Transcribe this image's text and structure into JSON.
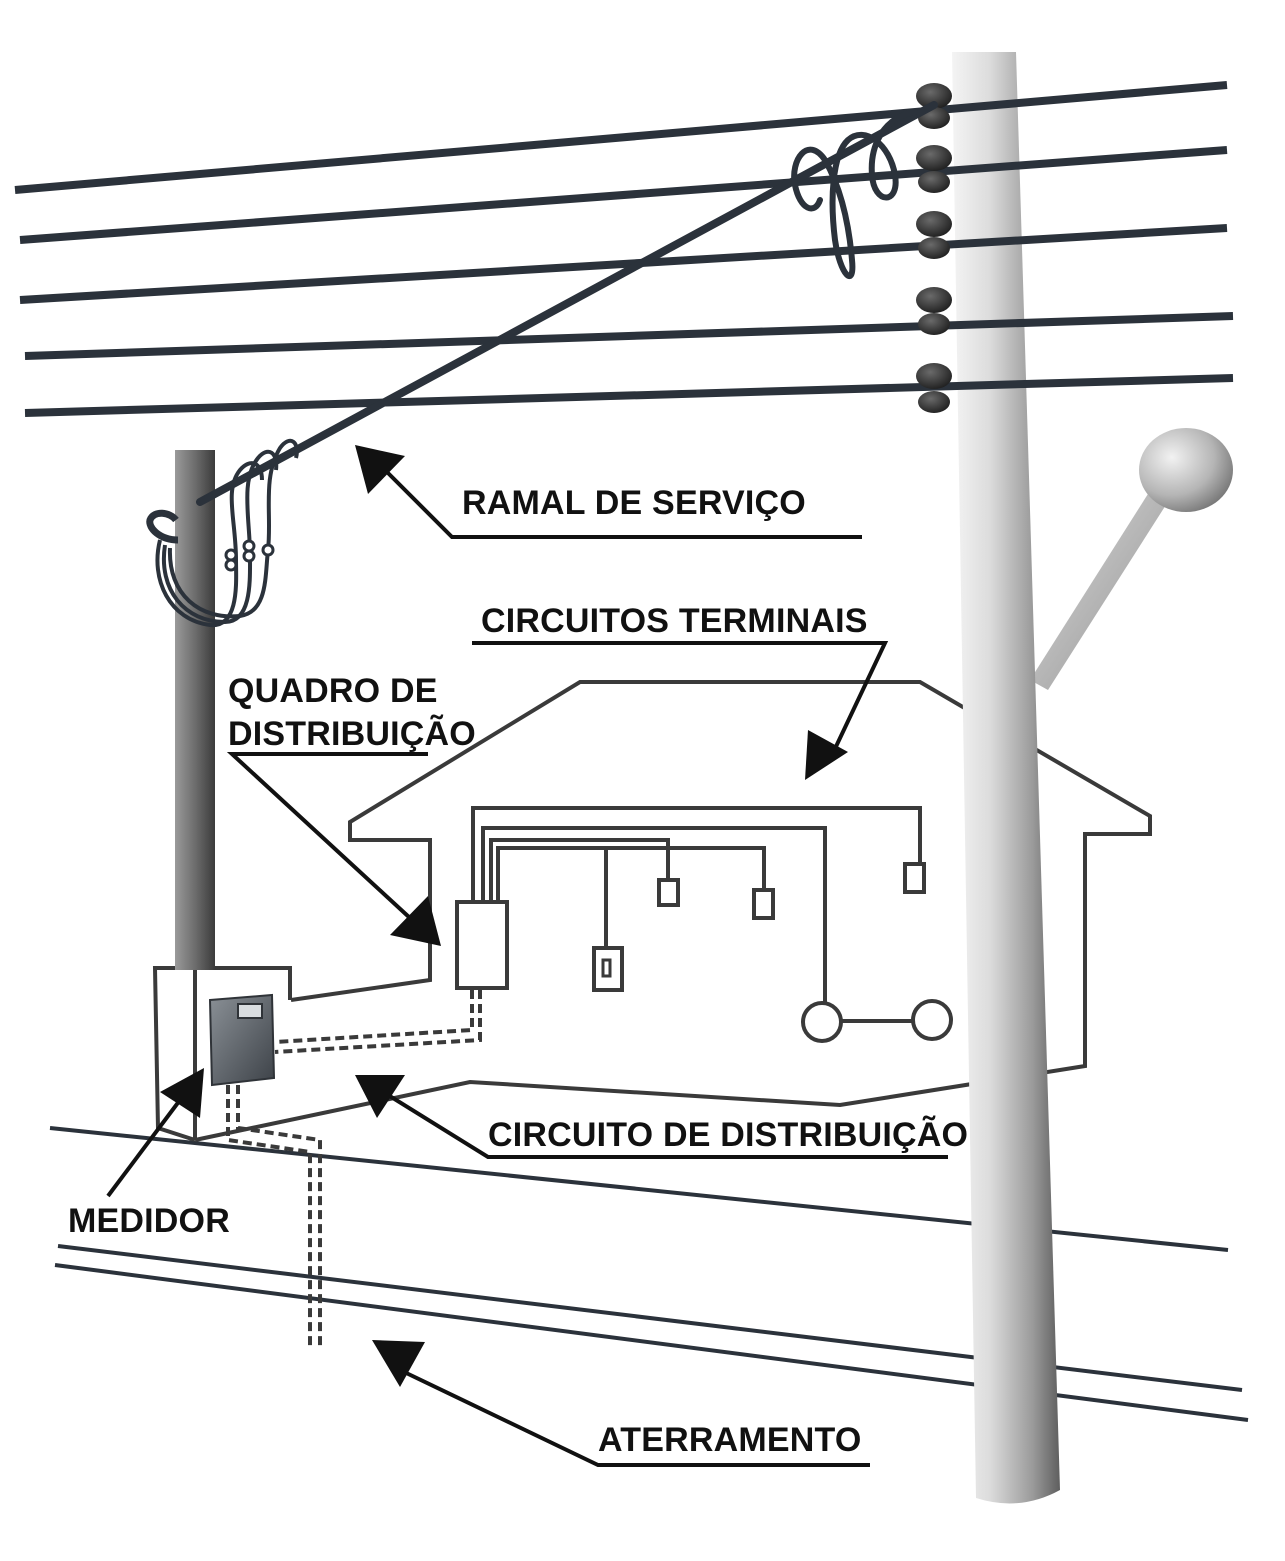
{
  "labels": {
    "ramal": "RAMAL DE SERVIÇO",
    "terminais": "CIRCUITOS TERMINAIS",
    "quadro_line1": "QUADRO DE",
    "quadro_line2": "DISTRIBUIÇÃO",
    "distribuicao": "CIRCUITO DE DISTRIBUIÇÃO",
    "medidor": "MEDIDOR",
    "aterramento": "ATERRAMENTO"
  },
  "colors": {
    "wire": "#2b323b",
    "outline": "#3a3a3a",
    "arrow": "#111111",
    "insulator": "#2e2e2e",
    "meter": "#555a60"
  }
}
